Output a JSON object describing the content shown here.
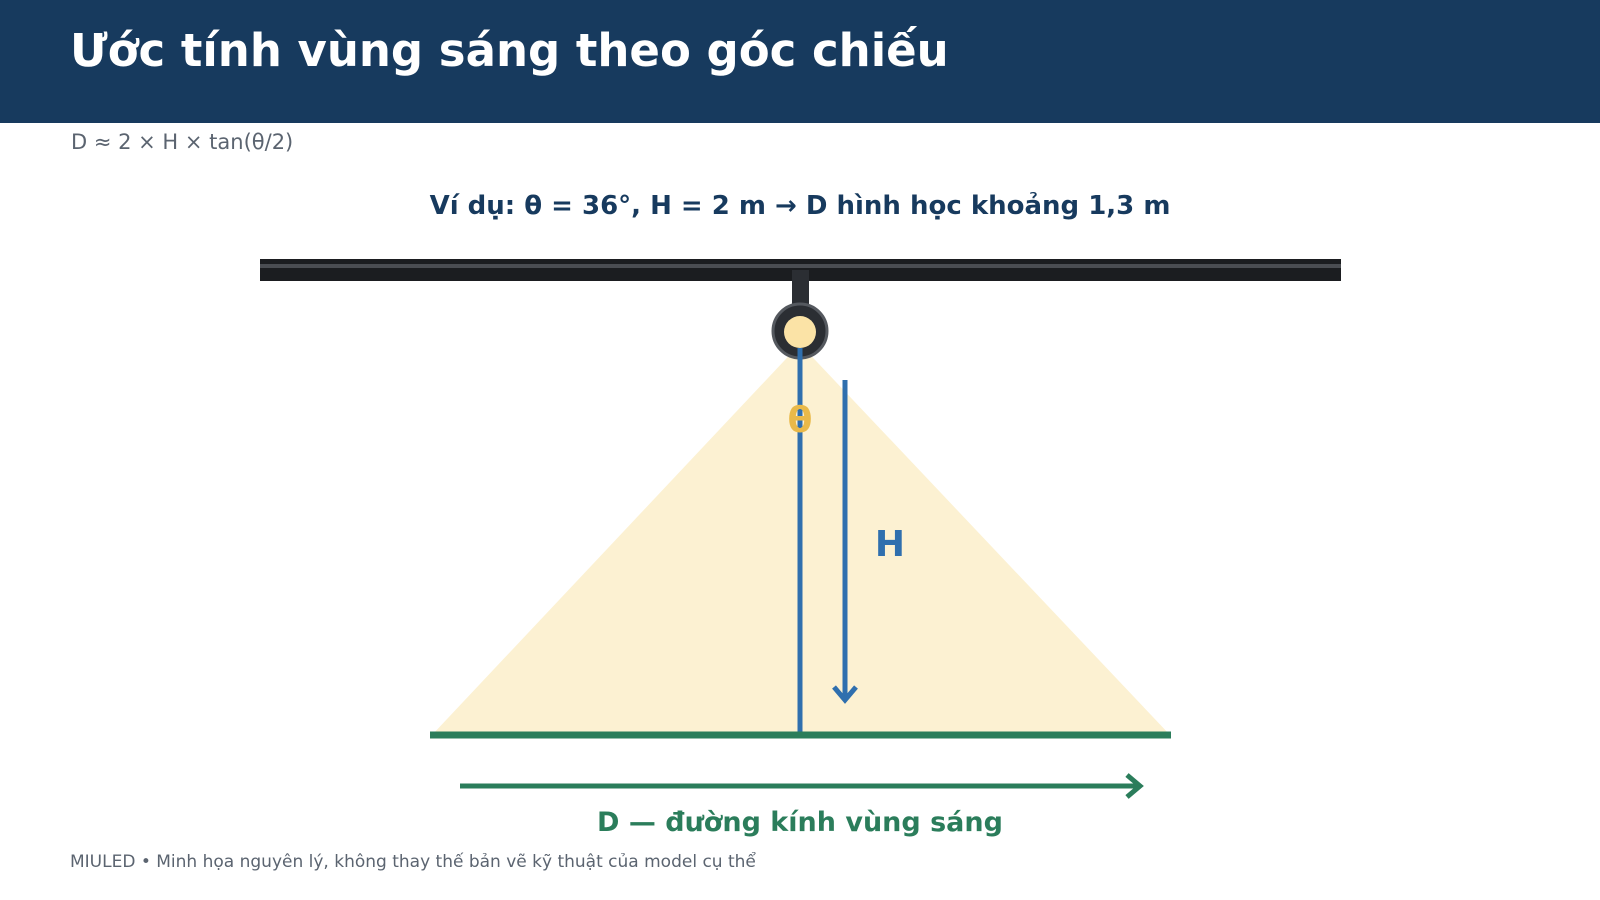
{
  "header": {
    "title": "Ước tính vùng sáng theo góc chiếu",
    "formula": "D ≈ 2 × H × tan(θ/2)"
  },
  "diagram": {
    "example": "Ví dụ: θ = 36°, H = 2 m → D hình học khoảng 1,3 m",
    "theta_label": "θ",
    "height_label": "H",
    "diameter_label": "D — đường kính vùng sáng"
  },
  "footer": {
    "note": "MIULED • Minh họa nguyên lý, không thay thế bản vẽ kỹ thuật của model cụ thể"
  },
  "colors": {
    "header_bg": "#173a5e",
    "beam": "#fcf1d2",
    "height_line": "#2f6fae",
    "floor": "#2b7d5b",
    "theta": "#e9b949",
    "rail": "#1b1d20"
  }
}
